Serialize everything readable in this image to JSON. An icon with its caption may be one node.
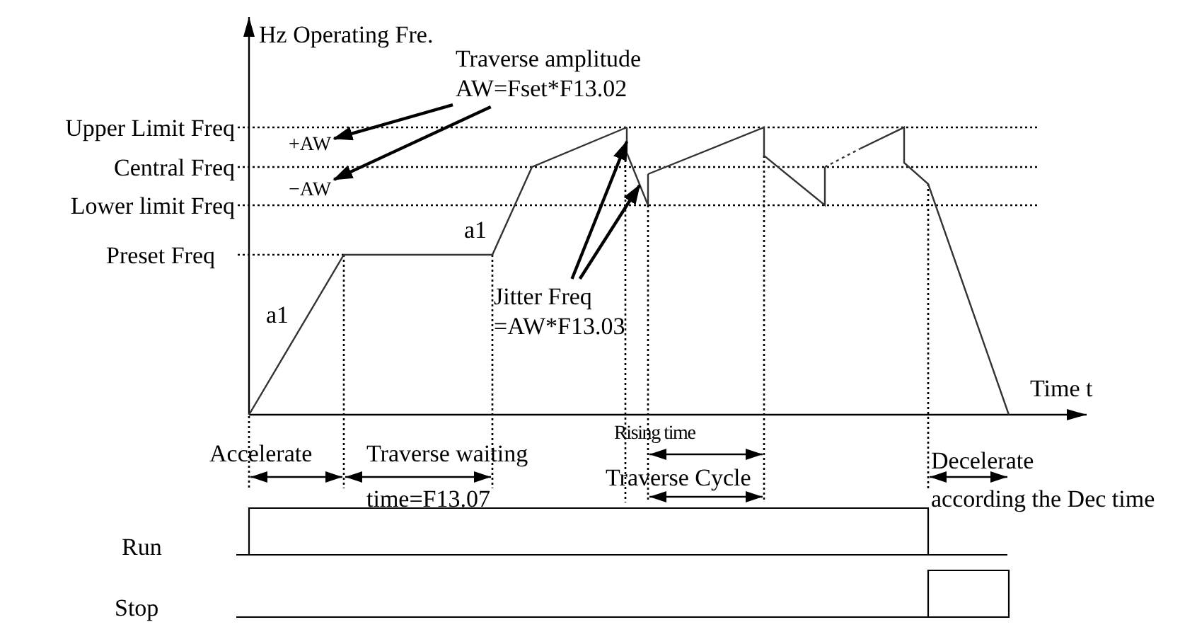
{
  "diagram": {
    "nodes": [
      {
        "text": [
          "Traverse amplitude AW=Fset*F13.02"
        ]
      },
      {
        "text": [
          "+AW"
        ]
      },
      {
        "text": [
          "−AW"
        ]
      },
      {
        "text": [
          "Jitter Freq =AW*F13.03"
        ]
      },
      {
        "text": [],
        "shape": "line"
      }
    ],
    "edges": [
      {
        "from": 0,
        "to": 1,
        "arrow": "to"
      },
      {
        "from": 0,
        "to": 2,
        "arrow": "to"
      },
      {
        "from": 3,
        "to": 4,
        "arrow": "to"
      },
      {
        "from": 3,
        "to": 4,
        "arrow": "to"
      }
    ],
    "labels": [
      "Hz Operating Fre.",
      "Upper Limit Freq",
      "Central Freq",
      "Lower limit Freq",
      "Preset Freq",
      "a1",
      "a1",
      "Time t",
      "Accelerate",
      "Traverse waiting",
      "time=F13.07",
      "Rising time",
      "Traverse Cycle",
      "Decelerate",
      "according the Dec time",
      "Run",
      "Stop"
    ]
  }
}
